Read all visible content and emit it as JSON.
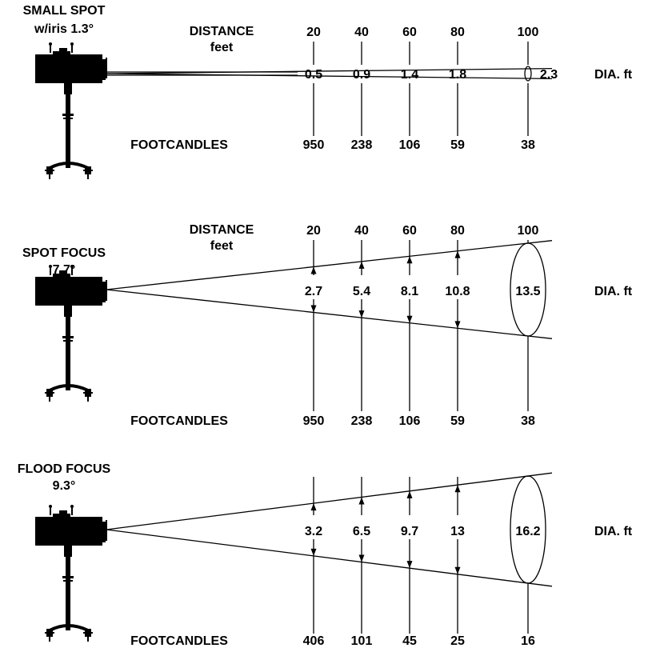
{
  "distances": [
    "20",
    "40",
    "60",
    "80",
    "100"
  ],
  "labels": {
    "distance": "DISTANCE",
    "feet": "feet",
    "footcandles": "FOOTCANDLES",
    "dia": "DIA. ft"
  },
  "sections": [
    {
      "id": "small-spot",
      "title": "SMALL SPOT",
      "subtitle": "w/iris 1.3°",
      "diameters": [
        "0.5",
        "0.9",
        "1.4",
        "1.8",
        "2.3"
      ],
      "footcandles": [
        "950",
        "238",
        "106",
        "59",
        "38"
      ]
    },
    {
      "id": "spot-focus",
      "title": "SPOT FOCUS",
      "subtitle": "7.7°",
      "diameters": [
        "2.7",
        "5.4",
        "8.1",
        "10.8",
        "13.5"
      ],
      "footcandles": [
        "950",
        "238",
        "106",
        "59",
        "38"
      ]
    },
    {
      "id": "flood-focus",
      "title": "FLOOD FOCUS",
      "subtitle": "9.3°",
      "diameters": [
        "3.2",
        "6.5",
        "9.7",
        "13",
        "16.2"
      ],
      "footcandles": [
        "406",
        "101",
        "45",
        "25",
        "16"
      ]
    }
  ]
}
